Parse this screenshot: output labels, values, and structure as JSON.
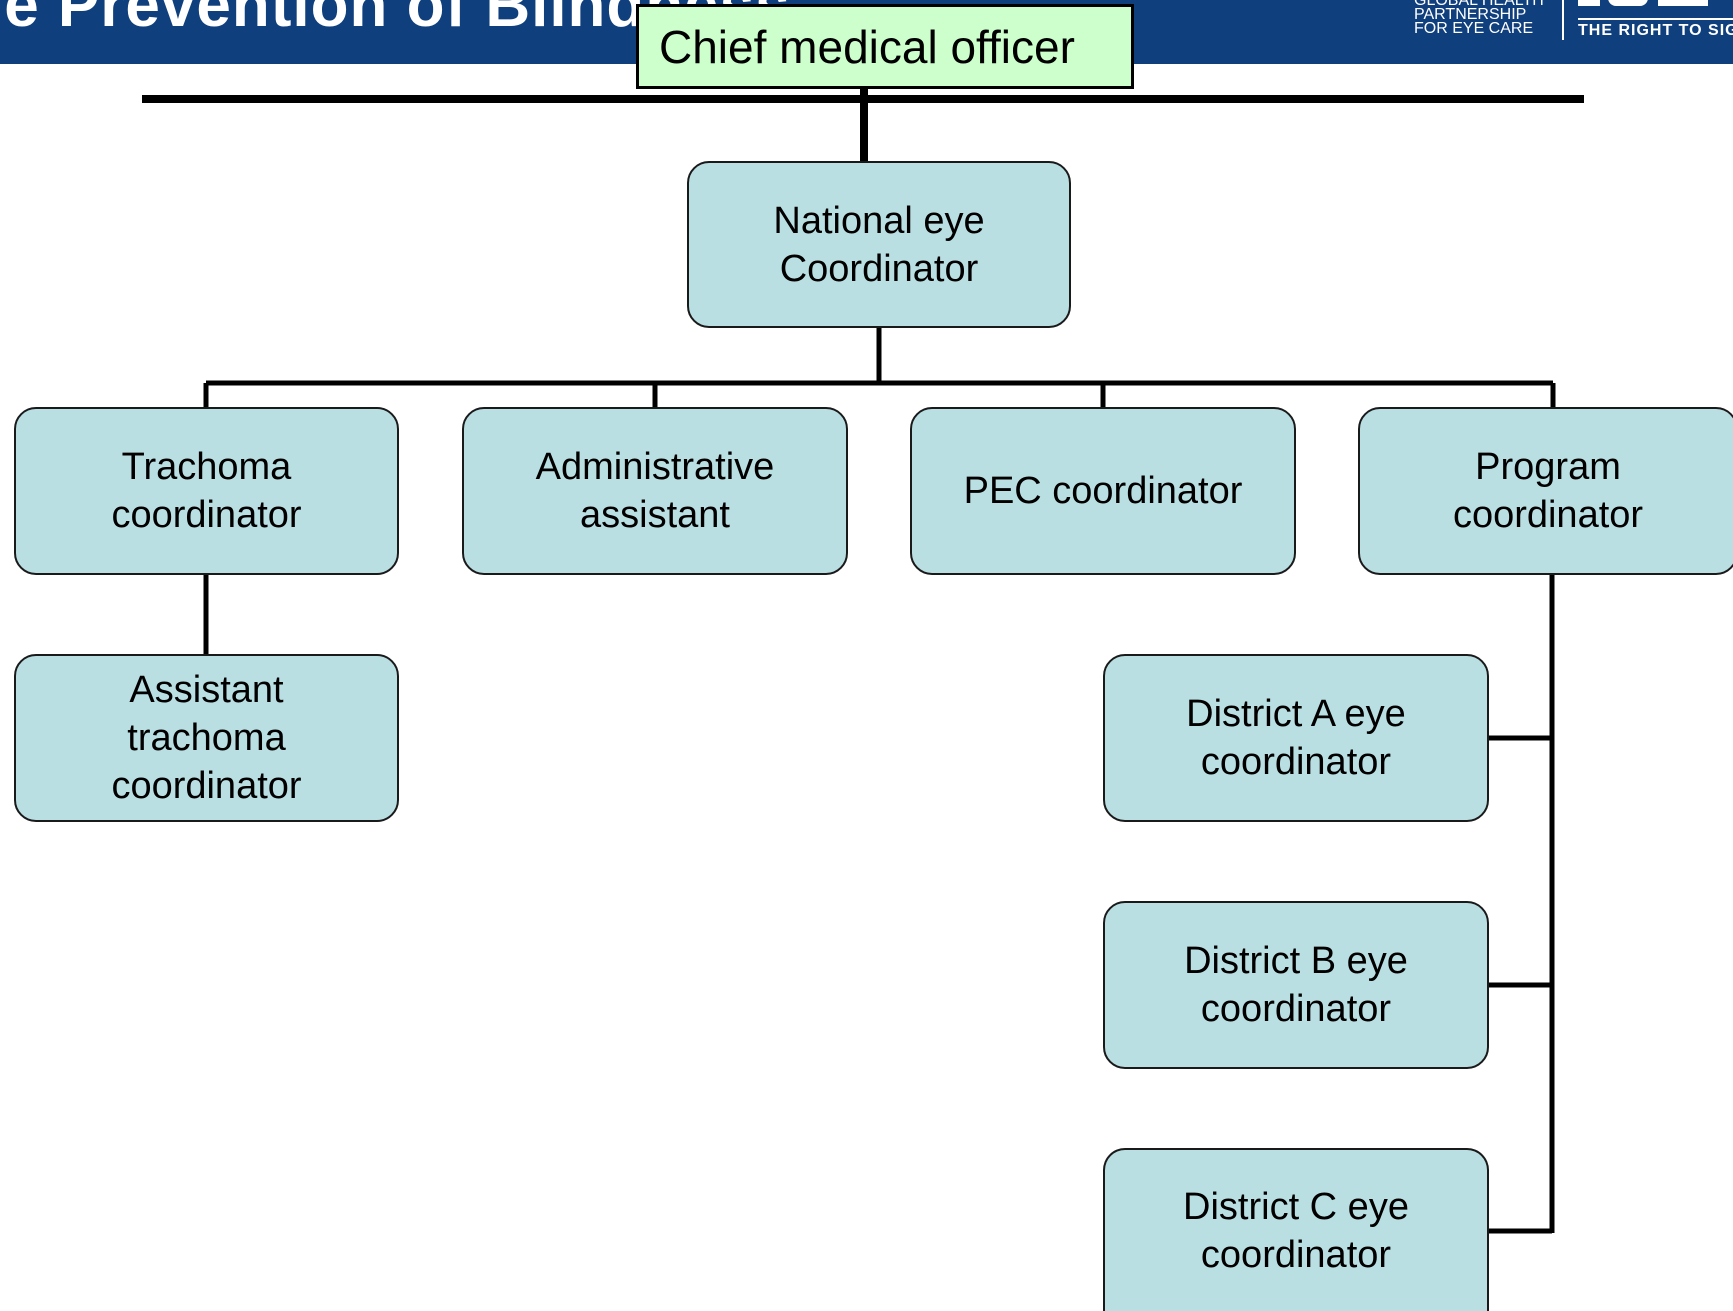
{
  "banner": {
    "title": "le Prevention of Blindness",
    "partner_lines": [
      "GLOBAL HEALTH",
      "PARTNERSHIP",
      "FOR EYE CARE"
    ],
    "tagline": "THE RIGHT TO SIGHT"
  },
  "org_chart": {
    "top": "Chief medical officer",
    "national": "National eye\nCoordinator",
    "trachoma": "Trachoma\ncoordinator",
    "admin": "Administrative\nassistant",
    "pec": "PEC coordinator",
    "program": "Program\ncoordinator",
    "asst_trachoma": "Assistant\ntrachoma\ncoordinator",
    "district_a": "District A eye\ncoordinator",
    "district_b": "District B eye\ncoordinator",
    "district_c": "District C eye\ncoordinator"
  },
  "colors": {
    "banner": "#0f3f7d",
    "box_fill": "#b9dfe3",
    "top_fill": "#ccffcc",
    "line": "#000000"
  }
}
